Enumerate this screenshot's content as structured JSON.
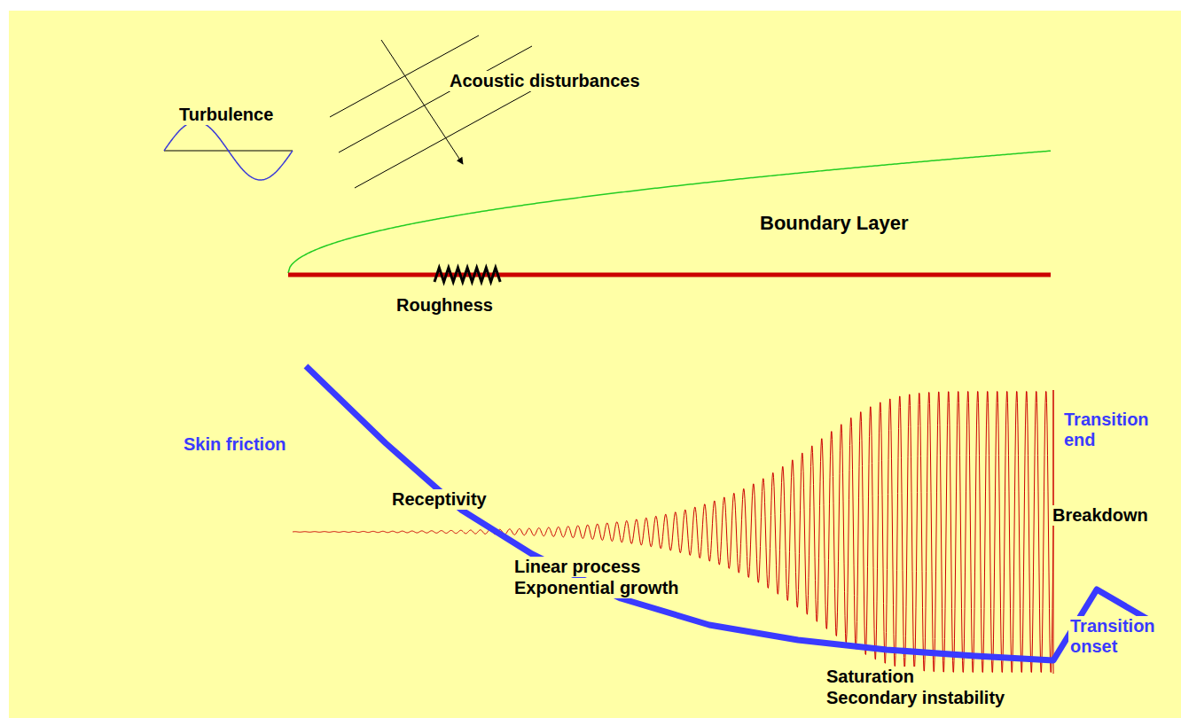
{
  "diagram": {
    "labels": [
      "Turbulence",
      "Acoustic disturbances",
      "Boundary Layer",
      "Roughness",
      "Skin friction",
      "Receptivity",
      "Linear process",
      "Exponential growth",
      "Transition end",
      "Breakdown",
      "Transition onset",
      "Saturation",
      "Secondary instability"
    ]
  }
}
